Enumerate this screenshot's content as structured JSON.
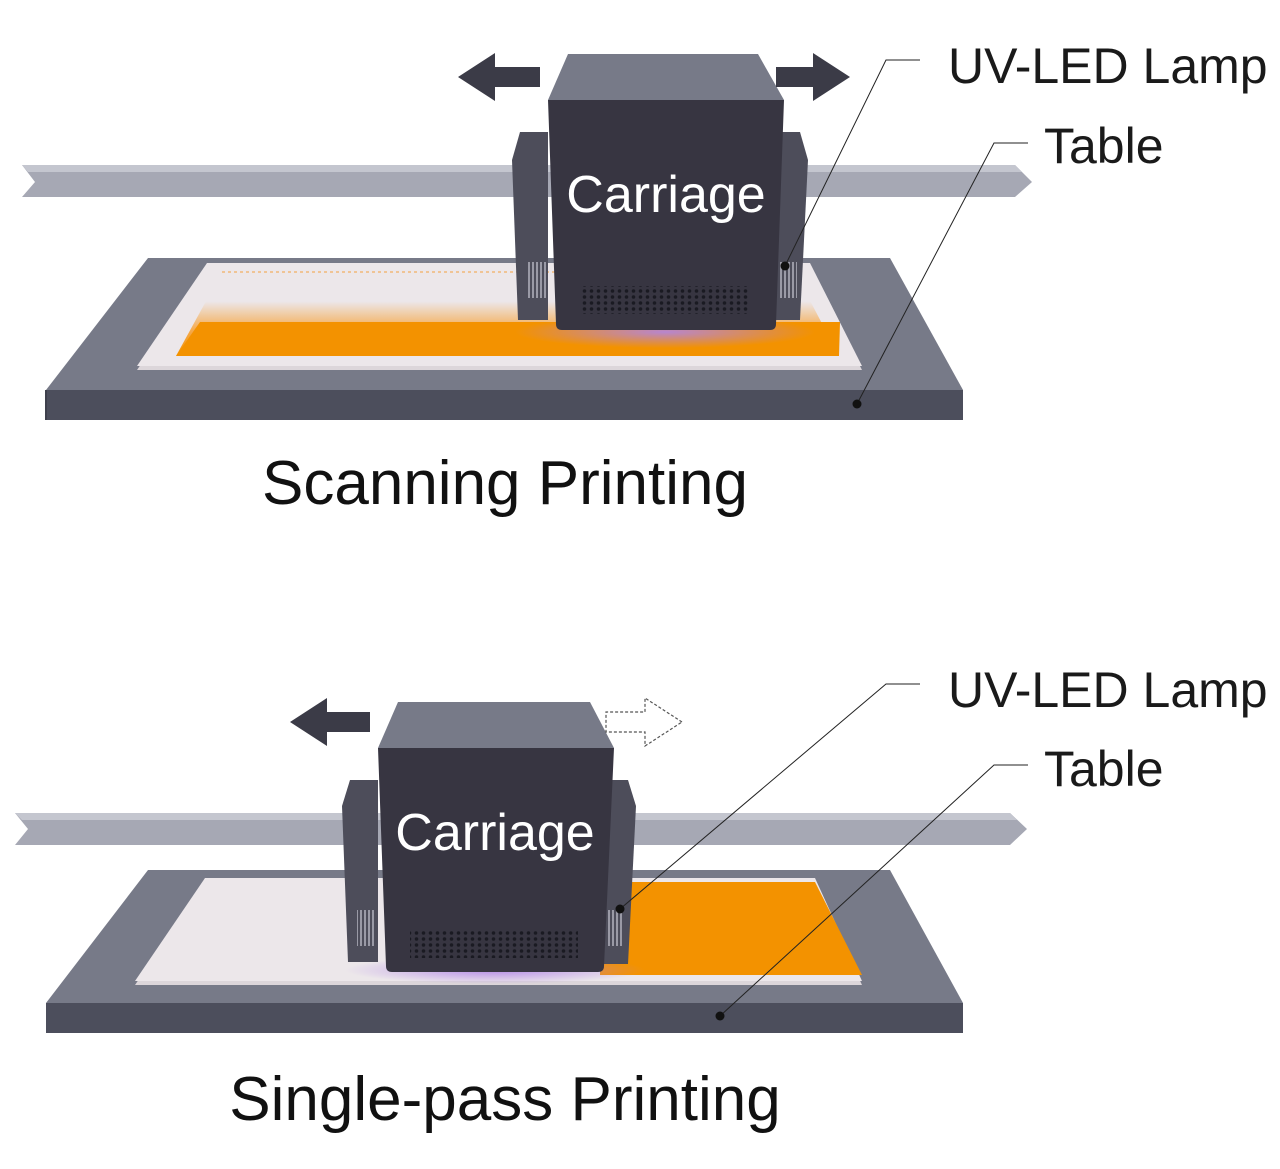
{
  "colors": {
    "rail": "#a6a8b4",
    "rail_shadow": "#7d8090",
    "table_top": "#777a88",
    "table_front": "#4c4e5c",
    "media": "#ece7ea",
    "ink": "#f39200",
    "carriage_body": "#373541",
    "carriage_top": "#777a88",
    "carriage_side": "#4d4d5a",
    "uv_glow": "#b084e6",
    "arrow": "#3b3b47"
  },
  "diagrams": [
    {
      "id": "scanning",
      "carriage_label": "Carriage",
      "lamp_label": "UV-LED Lamp",
      "table_label": "Table",
      "caption": "Scanning Printing",
      "motion": "bidirectional"
    },
    {
      "id": "single-pass",
      "carriage_label": "Carriage",
      "lamp_label": "UV-LED Lamp",
      "table_label": "Table",
      "caption": "Single-pass Printing",
      "motion": "left-solid-right-outline"
    }
  ]
}
